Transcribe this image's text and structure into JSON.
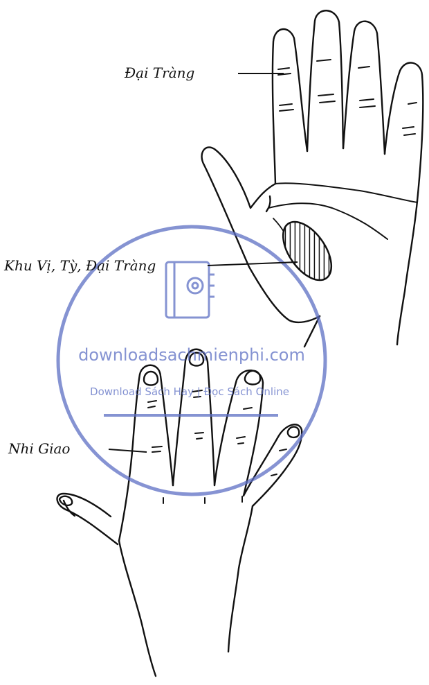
{
  "labels": {
    "dai_trang": "Đại Tràng",
    "khu_vi_ty_dai_trang": "Khu Vị, Tỳ, Đại Tràng",
    "nhi_giao": "Nhi Giao"
  },
  "watermark": {
    "site": "downloadsachmienphi.com",
    "tagline": "Download Sách Hay | Đọc Sách Online",
    "icon": "book-at-icon",
    "color": "#5d6fc4"
  }
}
